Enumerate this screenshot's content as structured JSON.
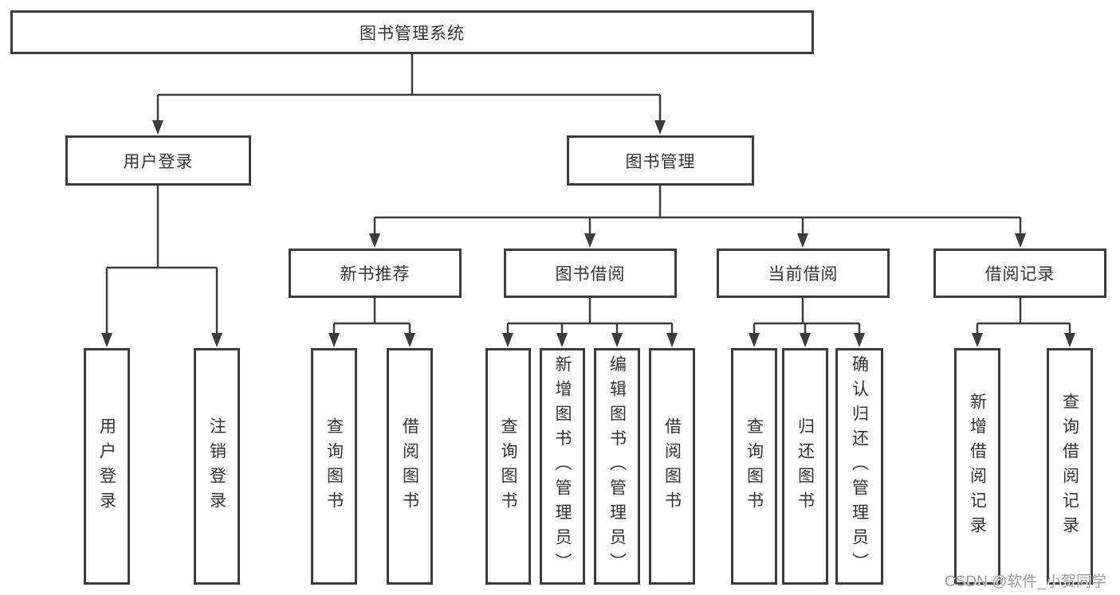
{
  "diagram": {
    "root": {
      "label": "图书管理系统",
      "children": [
        {
          "label": "用户登录",
          "children": [
            {
              "label": "用户登录"
            },
            {
              "label": "注销登录"
            }
          ]
        },
        {
          "label": "图书管理",
          "children": [
            {
              "label": "新书推荐",
              "children": [
                {
                  "label": "查询图书"
                },
                {
                  "label": "借阅图书"
                }
              ]
            },
            {
              "label": "图书借阅",
              "children": [
                {
                  "label": "查询图书"
                },
                {
                  "label": "新增图书（管理员）"
                },
                {
                  "label": "编辑图书（管理员）"
                },
                {
                  "label": "借阅图书"
                }
              ]
            },
            {
              "label": "当前借阅",
              "children": [
                {
                  "label": "查询图书"
                },
                {
                  "label": "归还图书"
                },
                {
                  "label": "确认归还（管理员）"
                }
              ]
            },
            {
              "label": "借阅记录",
              "children": [
                {
                  "label": "新增借阅记录"
                },
                {
                  "label": "查询借阅记录"
                }
              ]
            }
          ]
        }
      ]
    }
  },
  "watermark": "CSDN @软件_小贺同学",
  "colors": {
    "box_border": "#3b3b3b",
    "connector_line": "#3b3b3b",
    "text": "#333333",
    "watermark_text": "#9e9e9e",
    "background": "#ffffff"
  }
}
